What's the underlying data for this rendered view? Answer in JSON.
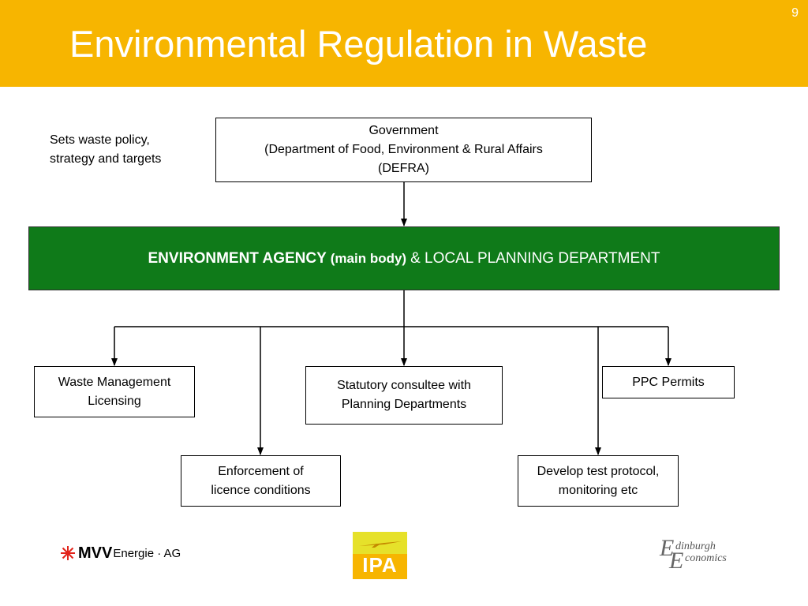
{
  "header": {
    "title": "Environmental Regulation in Waste",
    "page_number": "9",
    "bg_color": "#f7b500"
  },
  "note": {
    "line1": "Sets waste policy,",
    "line2": "strategy and targets"
  },
  "government": {
    "line1": "Government",
    "line2": "(Department of Food, Environment & Rural Affairs",
    "line3": "(DEFRA)"
  },
  "agency": {
    "main": "ENVIRONMENT AGENCY",
    "sub": "(main body)",
    "rest": "& LOCAL PLANNING DEPARTMENT",
    "bg_color": "#0f7a19"
  },
  "boxes": {
    "waste_licensing": {
      "line1": "Waste Management",
      "line2": "Licensing"
    },
    "statutory": {
      "line1": "Statutory consultee with",
      "line2": "Planning Departments"
    },
    "ppc": {
      "line1": "PPC Permits"
    },
    "enforcement": {
      "line1": "Enforcement of",
      "line2": "licence conditions"
    },
    "develop": {
      "line1": "Develop test protocol,",
      "line2": "monitoring etc"
    }
  },
  "logos": {
    "mvv": {
      "brand": "MVV",
      "rest": "Energie · AG"
    },
    "ipa": {
      "text": "IPA"
    },
    "edinburgh": {
      "letter1": "E",
      "word1": "dinburgh",
      "letter2": "E",
      "word2": "conomics"
    }
  }
}
